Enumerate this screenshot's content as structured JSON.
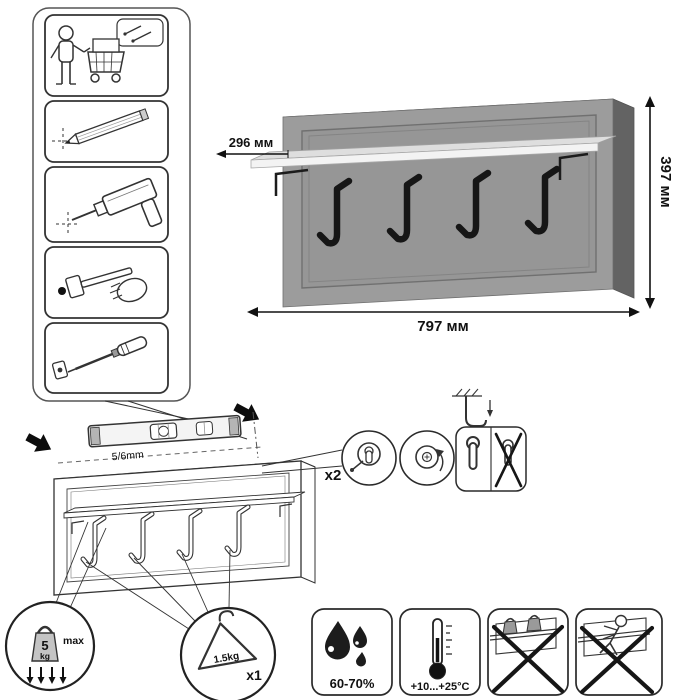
{
  "product": {
    "width_label": "797 мм",
    "height_label": "397 мм",
    "shelf_depth_label": "296 мм"
  },
  "installation": {
    "drill_size_label": "5/6mm",
    "fastener_count_label": "x2"
  },
  "load_limits": {
    "shelf_max_value": "5",
    "shelf_max_unit": "kg",
    "shelf_max_suffix": "max",
    "hook_max_label": "1.5kg",
    "hook_count_label": "x1"
  },
  "environment": {
    "humidity_label": "60-70%",
    "temperature_label": "+10...+25°C"
  },
  "colors": {
    "panel_front": "#9c9c9c",
    "panel_side": "#636363",
    "panel_top": "#cfcfcf",
    "shelf": "#dedede",
    "hooks": "#161616",
    "outline": "#2a2a2a"
  },
  "icons": {
    "step_1": "person-with-cart-icon",
    "step_2": "pencil-marking-icon",
    "step_3": "drill-icon",
    "step_4": "dowel-hammer-icon",
    "step_5": "screwdriver-icon",
    "level": "spirit-level-icon",
    "fasteners": "keyhole-fitting-icon",
    "wall_hook": "wall-hook-icon",
    "max_weight": "kettlebell-weight-icon",
    "hook_load": "clothes-hanger-icon",
    "humidity": "water-drops-icon",
    "temperature": "thermometer-icon",
    "no_heavy": "no-heavy-objects-icon",
    "no_climb": "no-climbing-icon"
  }
}
